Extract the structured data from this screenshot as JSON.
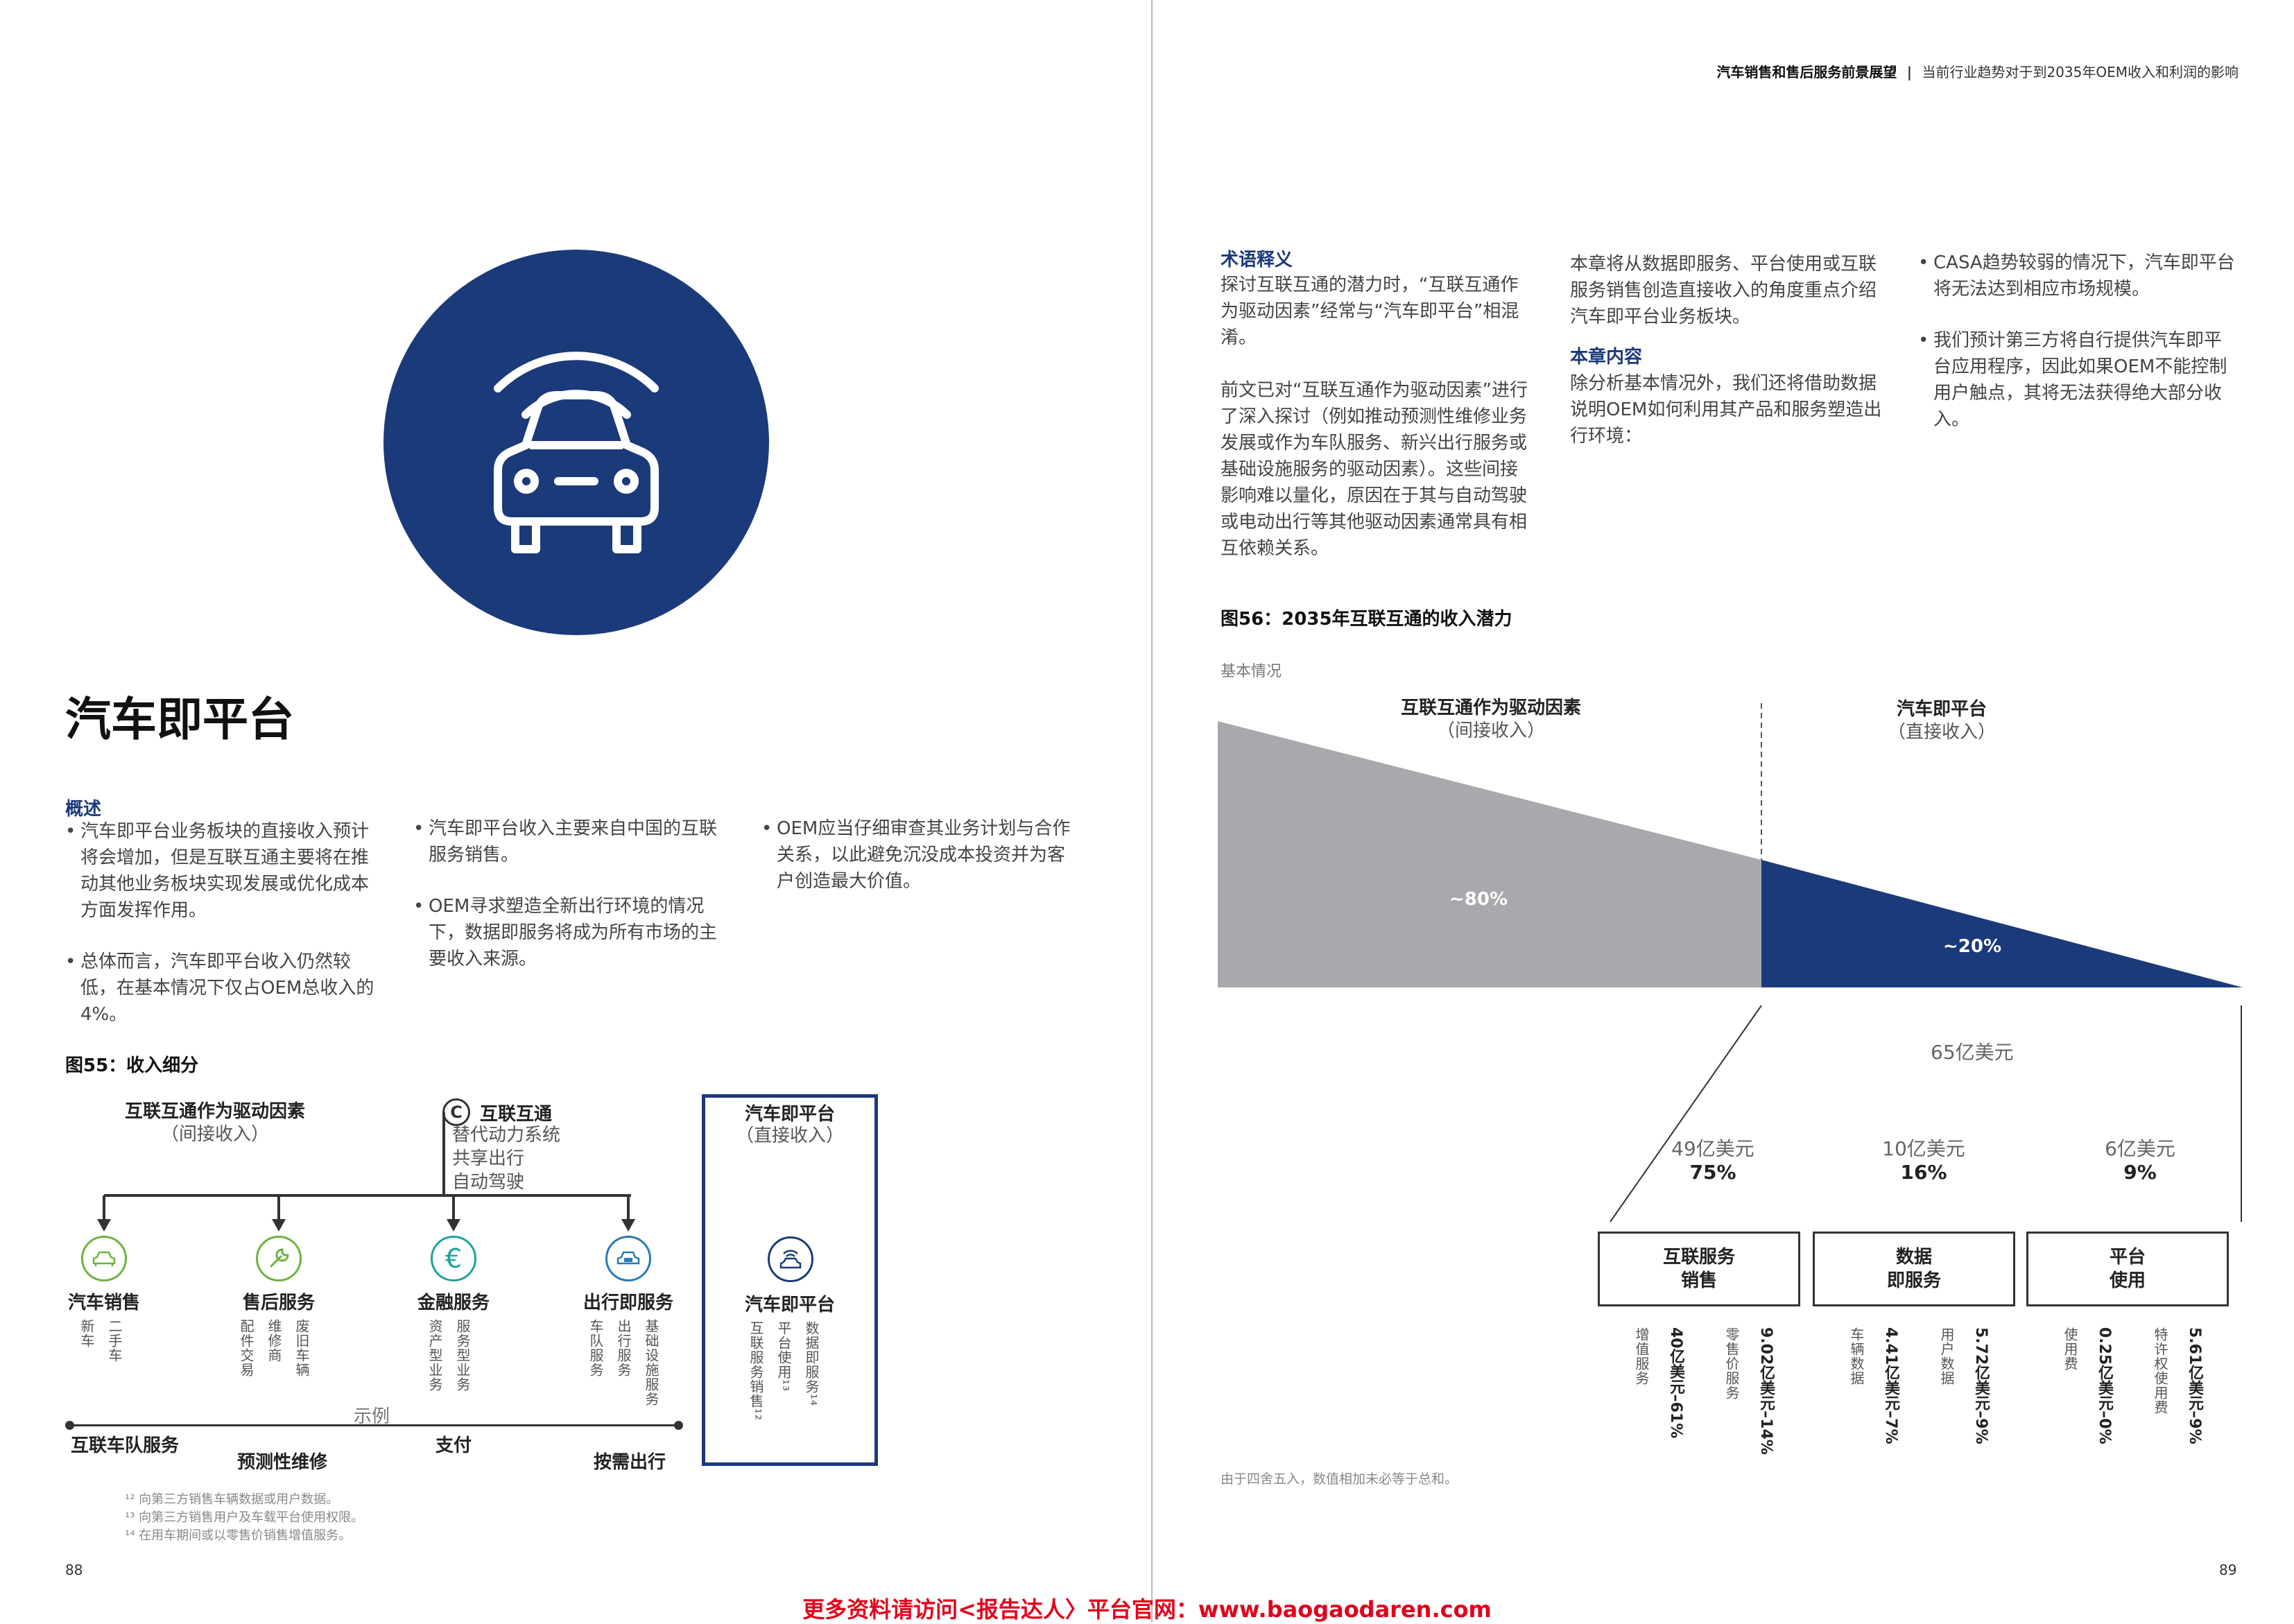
{
  "header": {
    "bold": "汽车销售和售后服务前景展望",
    "sep": "|",
    "rest": "当前行业趋势对于到2035年OEM收入和利润的影响"
  },
  "left": {
    "title": "汽车即平台",
    "overview_heading": "概述",
    "col1": [
      "汽车即平台业务板块的直接收入预计将会增加，但是互联互通主要将在推动其他业务板块实现发展或优化成本方面发挥作用。",
      "总体而言，汽车即平台收入仍然较低，在基本情况下仅占OEM总收入的4%。"
    ],
    "col2": [
      "汽车即平台收入主要来自中国的互联服务销售。",
      "OEM寻求塑造全新出行环境的情况下，数据即服务将成为所有市场的主要收入来源。"
    ],
    "col3": [
      "OEM应当仔细审查其业务计划与合作关系，以此避免沉没成本投资并为客户创造最大价值。"
    ],
    "fig_title": "图55：收入细分",
    "indirect_title": "互联互通作为驱动因素",
    "indirect_sub": "（间接收入）",
    "connect_title": "互联互通",
    "connect_items": [
      "替代动力系统",
      "共享出行",
      "自动驾驶"
    ],
    "platform_title": "汽车即平台",
    "platform_sub": "（直接收入）",
    "categories": [
      {
        "label": "汽车销售",
        "subs": [
          "新车",
          "二手车"
        ]
      },
      {
        "label": "售后服务",
        "subs": [
          "配件交易",
          "维修商",
          "废旧车辆"
        ]
      },
      {
        "label": "金融服务",
        "subs": [
          "资产型业务",
          "服务型业务"
        ]
      },
      {
        "label": "出行即服务",
        "subs": [
          "车队服务",
          "出行服务",
          "基础设施服务"
        ]
      }
    ],
    "platform_label": "汽车即平台",
    "platform_subs": [
      "互联服务销售¹²",
      "平台使用¹³",
      "数据即服务¹⁴"
    ],
    "example_label": "示例",
    "examples": [
      "互联车队服务",
      "预测性维修",
      "支付",
      "按需出行"
    ],
    "footnotes": [
      "¹² 向第三方销售车辆数据或用户数据。",
      "¹³ 向第三方销售用户及车载平台使用权限。",
      "¹⁴ 在用车期间或以零售价销售增值服务。"
    ],
    "page_number": "88"
  },
  "right": {
    "terms_heading": "术语释义",
    "terms_p1": "探讨互联互通的潜力时，“互联互通作为驱动因素”经常与“汽车即平台”相混淆。",
    "terms_p2": "前文已对“互联互通作为驱动因素”进行了深入探讨（例如推动预测性维修业务发展或作为车队服务、新兴出行服务或基础设施服务的驱动因素）。这些间接影响难以量化，原因在于其与自动驾驶或电动出行等其他驱动因素通常具有相互依赖关系。",
    "mid_p1": "本章将从数据即服务、平台使用或互联服务销售创造直接收入的角度重点介绍汽车即平台业务板块。",
    "content_heading": "本章内容",
    "mid_p2": "除分析基本情况外，我们还将借助数据说明OEM如何利用其产品和服务塑造出行环境：",
    "right_bullets": [
      "CASA趋势较弱的情况下，汽车即平台将无法达到相应市场规模。",
      "我们预计第三方将自行提供汽车即平台应用程序，因此如果OEM不能控制用户触点，其将无法获得绝大部分收入。"
    ],
    "fig_title": "图56：2035年互联互通的收入潜力",
    "scenario": "基本情况",
    "indirect_title": "互联互通作为驱动因素",
    "indirect_sub": "（间接收入）",
    "direct_title": "汽车即平台",
    "direct_sub": "（直接收入）",
    "pct_indirect": "~80%",
    "pct_direct": "~20%",
    "total": "65亿美元",
    "segments": [
      {
        "amount": "49亿美元",
        "share": "75%",
        "box": [
          "互联服务",
          "销售"
        ],
        "items": [
          {
            "label": "增值服务",
            "value": "40亿美元–61%"
          },
          {
            "label": "零售价服务",
            "value": "9.02亿美元–14%"
          }
        ]
      },
      {
        "amount": "10亿美元",
        "share": "16%",
        "box": [
          "数据",
          "即服务"
        ],
        "items": [
          {
            "label": "车辆数据",
            "value": "4.41亿美元–7%"
          },
          {
            "label": "用户数据",
            "value": "5.72亿美元–9%"
          }
        ]
      },
      {
        "amount": "6亿美元",
        "share": "9%",
        "box": [
          "平台",
          "使用"
        ],
        "items": [
          {
            "label": "使用费",
            "value": "0.25亿美元–0%"
          },
          {
            "label": "特许权使用费",
            "value": "5.61亿美元–9%"
          }
        ]
      }
    ],
    "note": "由于四舍五入，数值相加未必等于总和。",
    "page_number": "89"
  },
  "footer_banner": "更多资料请访问<报告达人〉平台官网：www.baogaodaren.com",
  "colors": {
    "navy": "#1b3a7a",
    "gray": "#a7a9ac",
    "red": "#e3001b",
    "green": "#6cb33f",
    "teal": "#1aa39a",
    "blue": "#2a7ab5"
  }
}
